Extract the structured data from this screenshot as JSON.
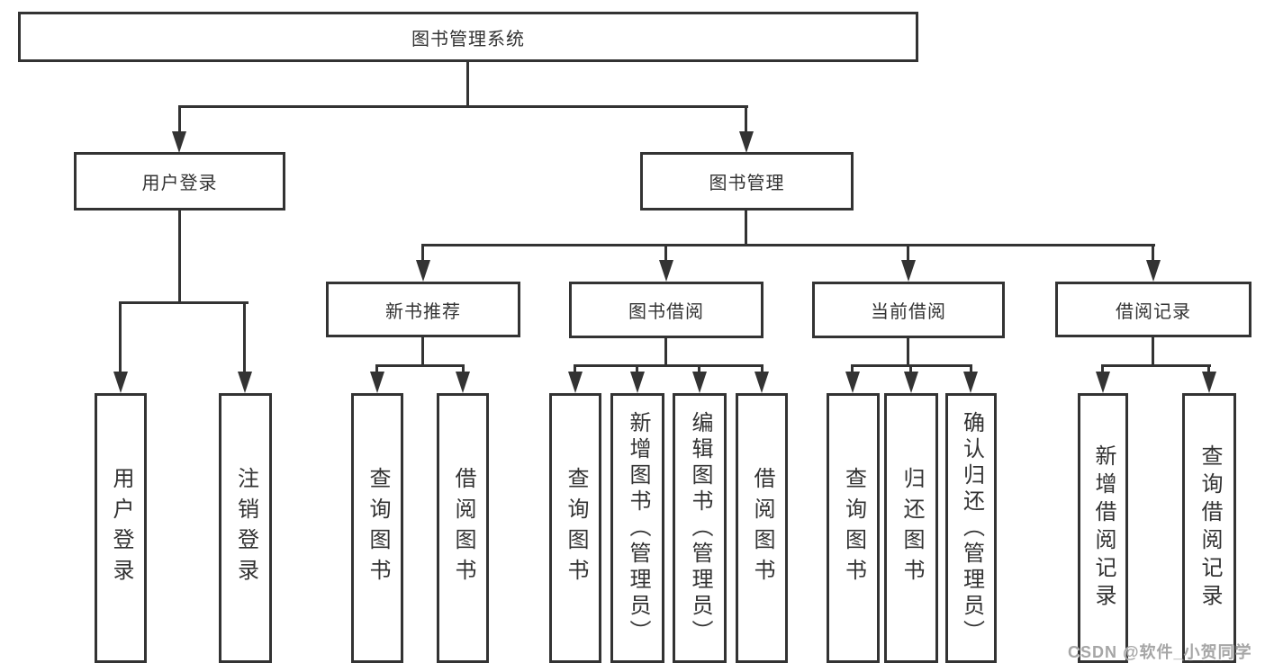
{
  "colors": {
    "line": "#333333",
    "text": "#333333",
    "box_background": "#ffffff",
    "watermark": "#a6a6a6"
  },
  "watermark": "CSDN @软件_小贺同学",
  "tree": {
    "root": {
      "label": "图书管理系统",
      "children": [
        {
          "label": "用户登录",
          "children": [
            {
              "label": "用户登录"
            },
            {
              "label": "注销登录"
            }
          ]
        },
        {
          "label": "图书管理",
          "children": [
            {
              "label": "新书推荐",
              "children": [
                {
                  "label": "查询图书"
                },
                {
                  "label": "借阅图书"
                }
              ]
            },
            {
              "label": "图书借阅",
              "children": [
                {
                  "label": "查询图书"
                },
                {
                  "label": "新增图书（管理员）"
                },
                {
                  "label": "编辑图书（管理员）"
                },
                {
                  "label": "借阅图书"
                }
              ]
            },
            {
              "label": "当前借阅",
              "children": [
                {
                  "label": "查询图书"
                },
                {
                  "label": "归还图书"
                },
                {
                  "label": "确认归还（管理员）"
                }
              ]
            },
            {
              "label": "借阅记录",
              "children": [
                {
                  "label": "新增借阅记录"
                },
                {
                  "label": "查询借阅记录"
                }
              ]
            }
          ]
        }
      ]
    }
  }
}
